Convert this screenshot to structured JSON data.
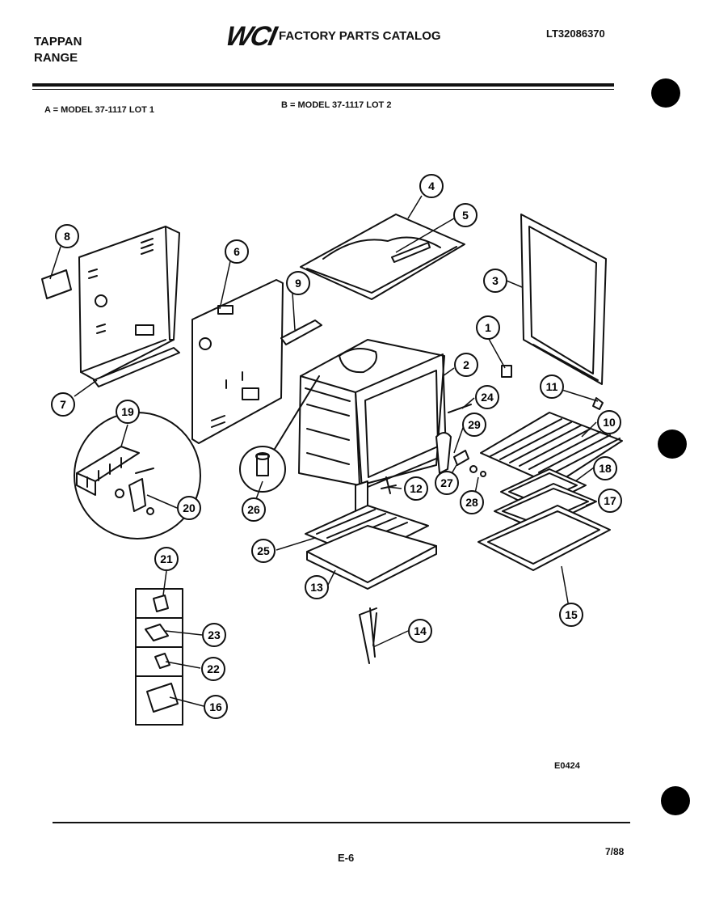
{
  "header": {
    "brand_line1": "TAPPAN",
    "brand_line2": "RANGE",
    "logo": "WCI",
    "catalog_title": "FACTORY PARTS CATALOG",
    "document_number": "LT32086370"
  },
  "models": {
    "a": "A = MODEL 37-1117 LOT 1",
    "b": "B = MODEL 37-1117 LOT 2"
  },
  "callouts": {
    "c1": "1",
    "c2": "2",
    "c3": "3",
    "c4": "4",
    "c5": "5",
    "c6": "6",
    "c7": "7",
    "c8": "8",
    "c9": "9",
    "c10": "10",
    "c11": "11",
    "c12": "12",
    "c13": "13",
    "c14": "14",
    "c15": "15",
    "c16": "16",
    "c17": "17",
    "c18": "18",
    "c19": "19",
    "c20": "20",
    "c21": "21",
    "c22": "22",
    "c23": "23",
    "c24": "24",
    "c25": "25",
    "c26": "26",
    "c27": "27",
    "c28": "28",
    "c29": "29"
  },
  "footer": {
    "figure_code": "E0424",
    "page_number": "E-6",
    "date": "7/88"
  }
}
